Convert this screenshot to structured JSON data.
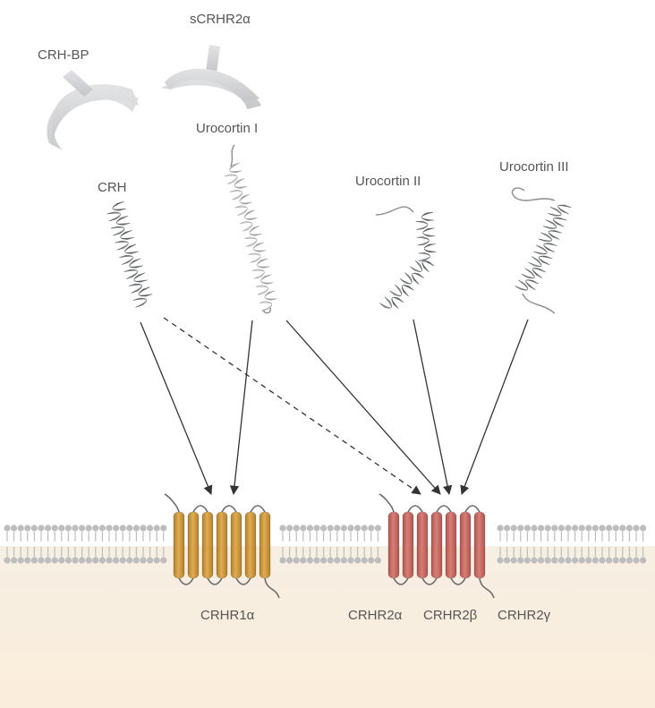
{
  "labels": {
    "crh_bp": "CRH-BP",
    "scrhr2a": "sCRHR2α",
    "urocortin_1": "Urocortin I",
    "crh": "CRH",
    "urocortin_2": "Urocortin II",
    "urocortin_3": "Urocortin III",
    "crhr1a": "CRHR1α",
    "crhr2a": "CRHR2α",
    "crhr2b": "CRHR2β",
    "crhr2g": "CRHR2γ"
  },
  "colors": {
    "cytoplasm_top": "#f7efe1",
    "cytoplasm_bottom": "#fbeddb",
    "membrane_lipid": "#bdbdbd",
    "receptor_1": "#d09a3c",
    "receptor_2": "#c96a65",
    "helix_dark": "#5e6264",
    "helix_light": "#c9cbcd",
    "binding_protein": "#cfd1d3",
    "arrow": "#333333"
  }
}
